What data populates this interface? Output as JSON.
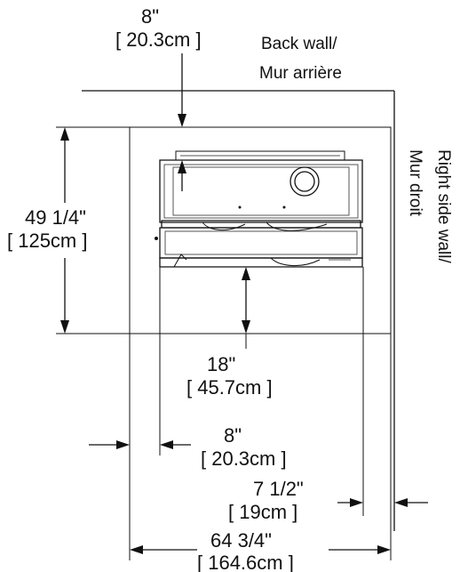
{
  "diagram": {
    "back_wall_label_1": "Back wall/",
    "back_wall_label_2": "Mur arrière",
    "side_wall_label_1": "Right side wall/",
    "side_wall_label_2": "Mur droit",
    "dims": {
      "top_gap_in": "8\"",
      "top_gap_cm": "[ 20.3cm ]",
      "depth_in": "49 1/4\"",
      "depth_cm": "[ 125cm ]",
      "front_in": "18\"",
      "front_cm": "[ 45.7cm ]",
      "left_in": "8\"",
      "left_cm": "[ 20.3cm ]",
      "right_in": "7 1/2\"",
      "right_cm": "[ 19cm ]",
      "width_in": "64 3/4\"",
      "width_cm": "[ 164.6cm ]"
    }
  }
}
